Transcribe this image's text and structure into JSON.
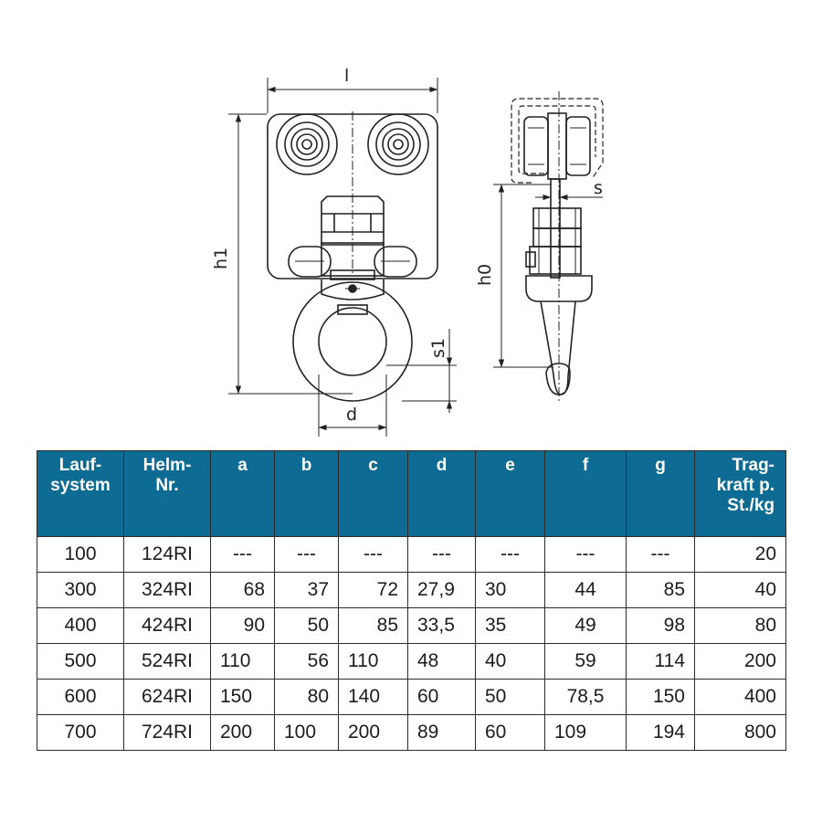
{
  "drawing": {
    "front_labels": {
      "l": "l",
      "h1": "h1",
      "d": "d",
      "s1": "s1"
    },
    "side_labels": {
      "s": "s",
      "h0": "h0"
    }
  },
  "table": {
    "headers": [
      "Lauf-\nsystem",
      "Helm-\nNr.",
      "a",
      "b",
      "c",
      "d",
      "e",
      "f",
      "g",
      "Trag-\nkraft p.\nSt./kg"
    ],
    "rows": [
      [
        "100",
        "124RI",
        "---",
        "---",
        "---",
        "---",
        "---",
        "---",
        "---",
        "20"
      ],
      [
        "300",
        "324RI",
        "68",
        "37",
        "72",
        "27,9",
        "30",
        "44",
        "85",
        "40"
      ],
      [
        "400",
        "424RI",
        "90",
        "50",
        "85",
        "33,5",
        "35",
        "49",
        "98",
        "80"
      ],
      [
        "500",
        "524RI",
        "110",
        "56",
        "110",
        "48",
        "40",
        "59",
        "114",
        "200"
      ],
      [
        "600",
        "624RI",
        "150",
        "80",
        "140",
        "60",
        "50",
        "78,5",
        "150",
        "400"
      ],
      [
        "700",
        "724RI",
        "200",
        "100",
        "200",
        "89",
        "60",
        "109",
        "194",
        "800"
      ]
    ]
  },
  "colors": {
    "header_bg": "#0e6b94",
    "header_text": "#ffffff",
    "line": "#2b2b2b"
  }
}
